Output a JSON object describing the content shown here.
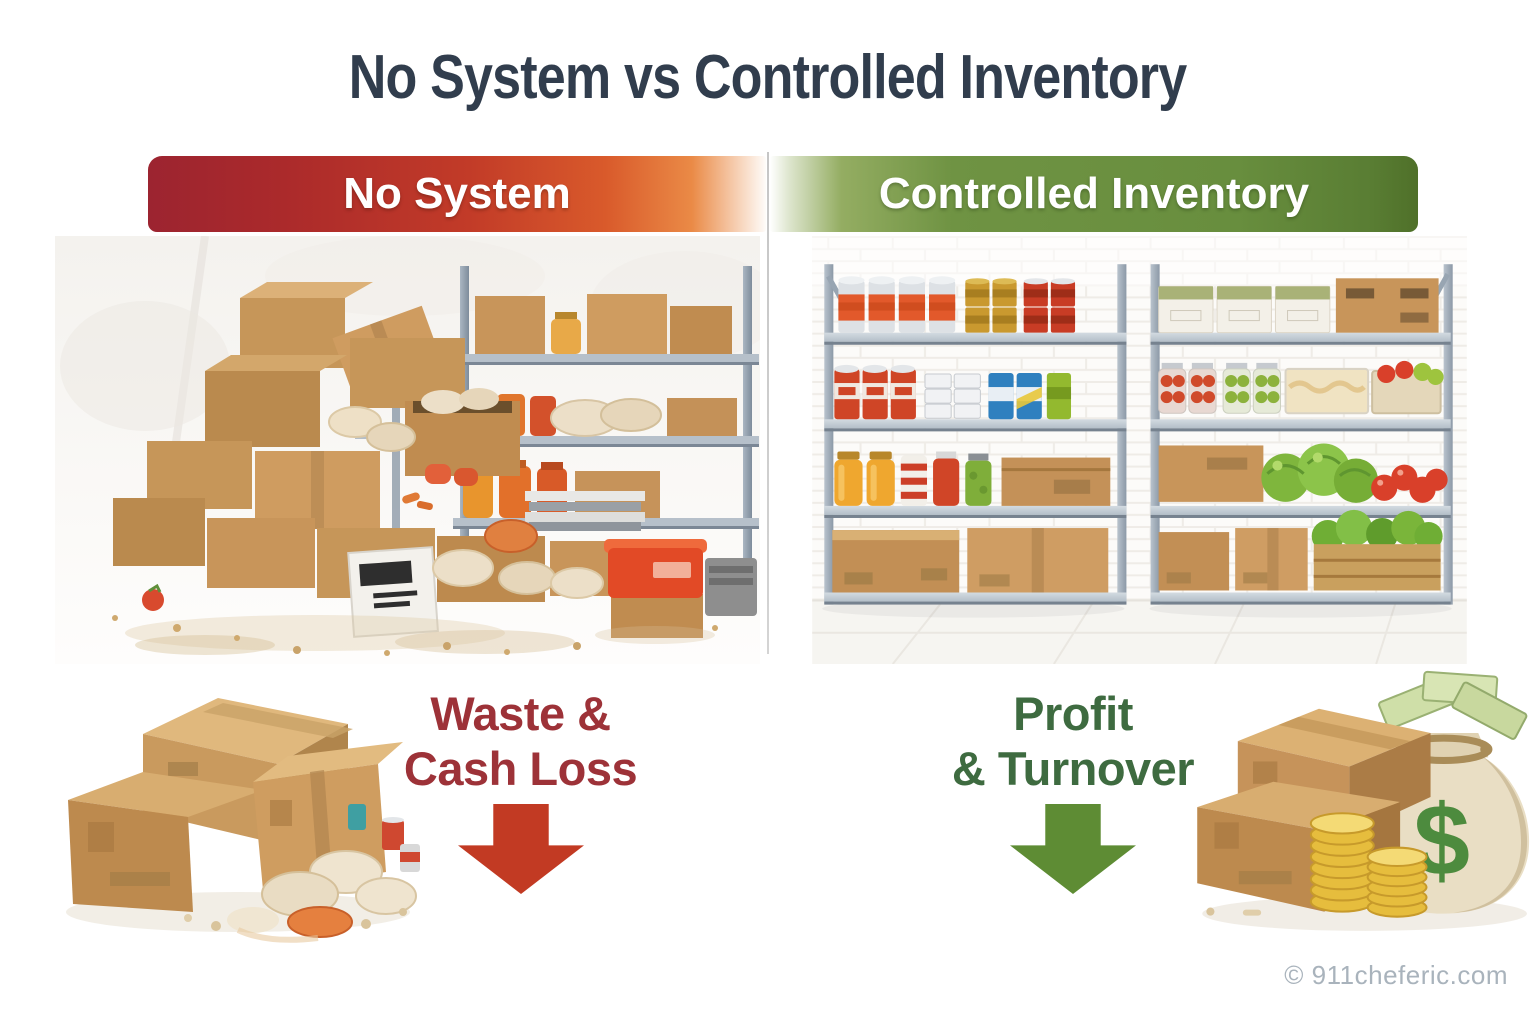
{
  "title": "No System vs Controlled Inventory",
  "left_panel": {
    "banner_label": "No System",
    "caption": {
      "line1": "Waste &",
      "line2": "Cash Loss"
    },
    "arrow": "down"
  },
  "right_panel": {
    "banner_label": "Controlled Inventory",
    "caption": {
      "line1": "Profit",
      "line2": "& Turnover"
    },
    "arrow": "down"
  },
  "money_bag_symbol": "$",
  "watermark": "© 911cheferic.com",
  "colors": {
    "title_text": "#313d4d",
    "left_banner_start": "#9c2430",
    "left_banner_end": "#e06a2e",
    "right_banner_start": "#8aa85c",
    "right_banner_end": "#567a31",
    "banner_text": "#ffffff",
    "left_caption_text": "#9d3238",
    "left_arrow": "#c23a23",
    "right_caption_text": "#3e6b40",
    "right_arrow": "#5e8c34",
    "divider": "#cccccc",
    "watermark_text": "#a9b3bc",
    "cardboard": "#c69659",
    "steel_shelf": "#9aa7b5",
    "money_green": "#4d8b3e",
    "coin_gold": "#e6bd3d"
  },
  "illustrations": {
    "left_scene": "messy warehouse: piled cardboard boxes, spilled bags, red crate, cluttered shelf",
    "right_scene": "organized metal shelving: cans, jars, bins, produce, stacked boxes",
    "left_icon": "damaged boxes with spilled food and cans",
    "right_icon": "boxes with gold coin stacks and money bag of cash"
  }
}
